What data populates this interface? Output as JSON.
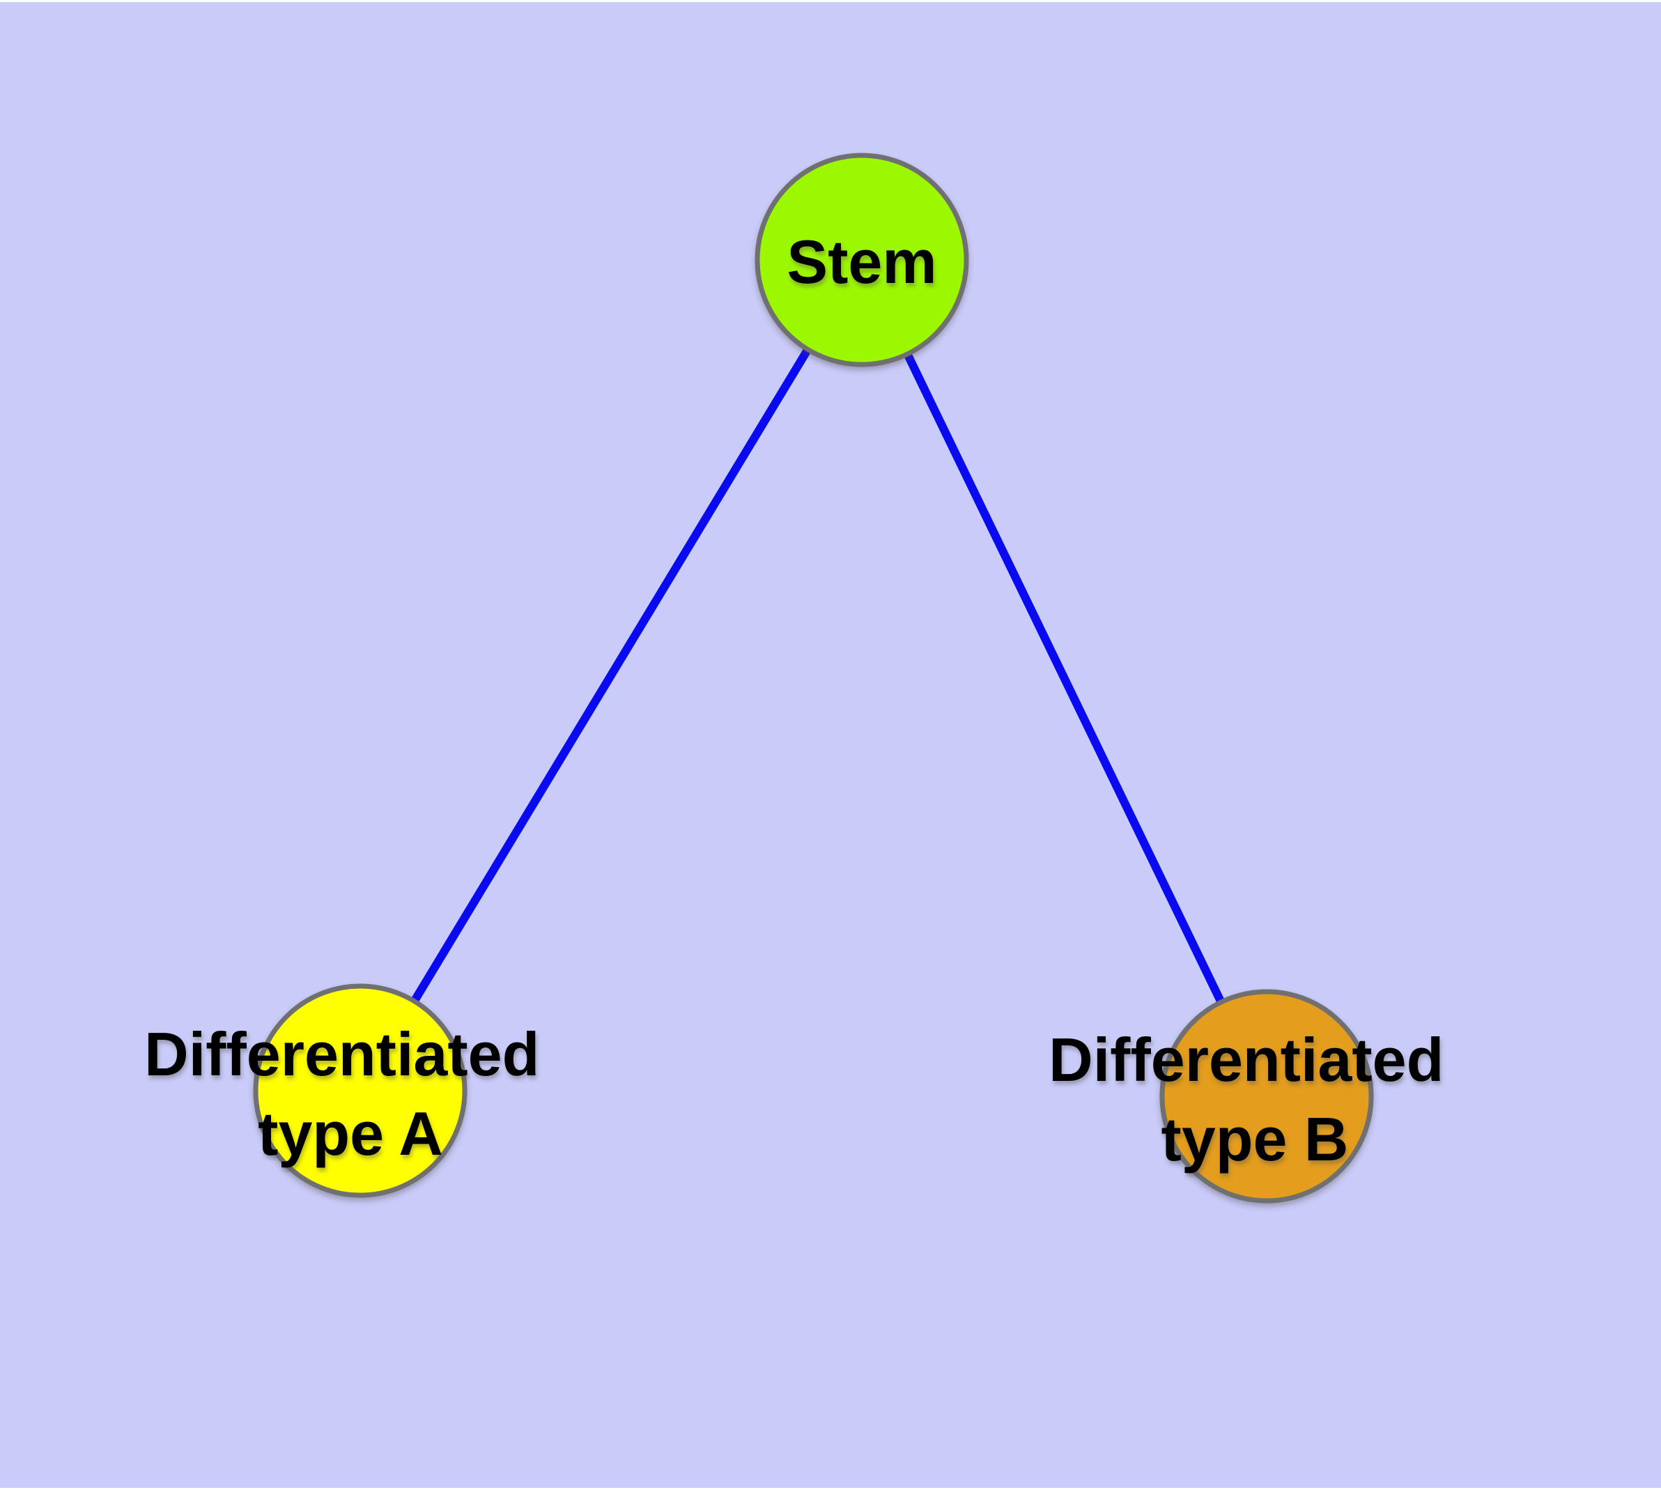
{
  "figure": {
    "type": "graph-diagram",
    "description": "Stem cell differentiation graph: one stem node connected to two differentiated cell-type nodes",
    "theme": {
      "background": "#c9cbf8",
      "trim": "#ffffff",
      "edge_color": "#0a0af0",
      "node_border_color": "#6f6f6f",
      "label_color": "#000000"
    },
    "nodes": [
      {
        "id": "stem",
        "label_lines": [
          "Stem"
        ],
        "fill": "#9cf800"
      },
      {
        "id": "type-a",
        "label_lines": [
          "Differentiated",
          "type A"
        ],
        "fill": "#ffff00"
      },
      {
        "id": "type-b",
        "label_lines": [
          "Differentiated",
          "type B"
        ],
        "fill": "#e49d1f"
      }
    ],
    "edges": [
      {
        "from": "Stem",
        "to": "Differentiated type A"
      },
      {
        "from": "Stem",
        "to": "Differentiated type B"
      }
    ]
  }
}
